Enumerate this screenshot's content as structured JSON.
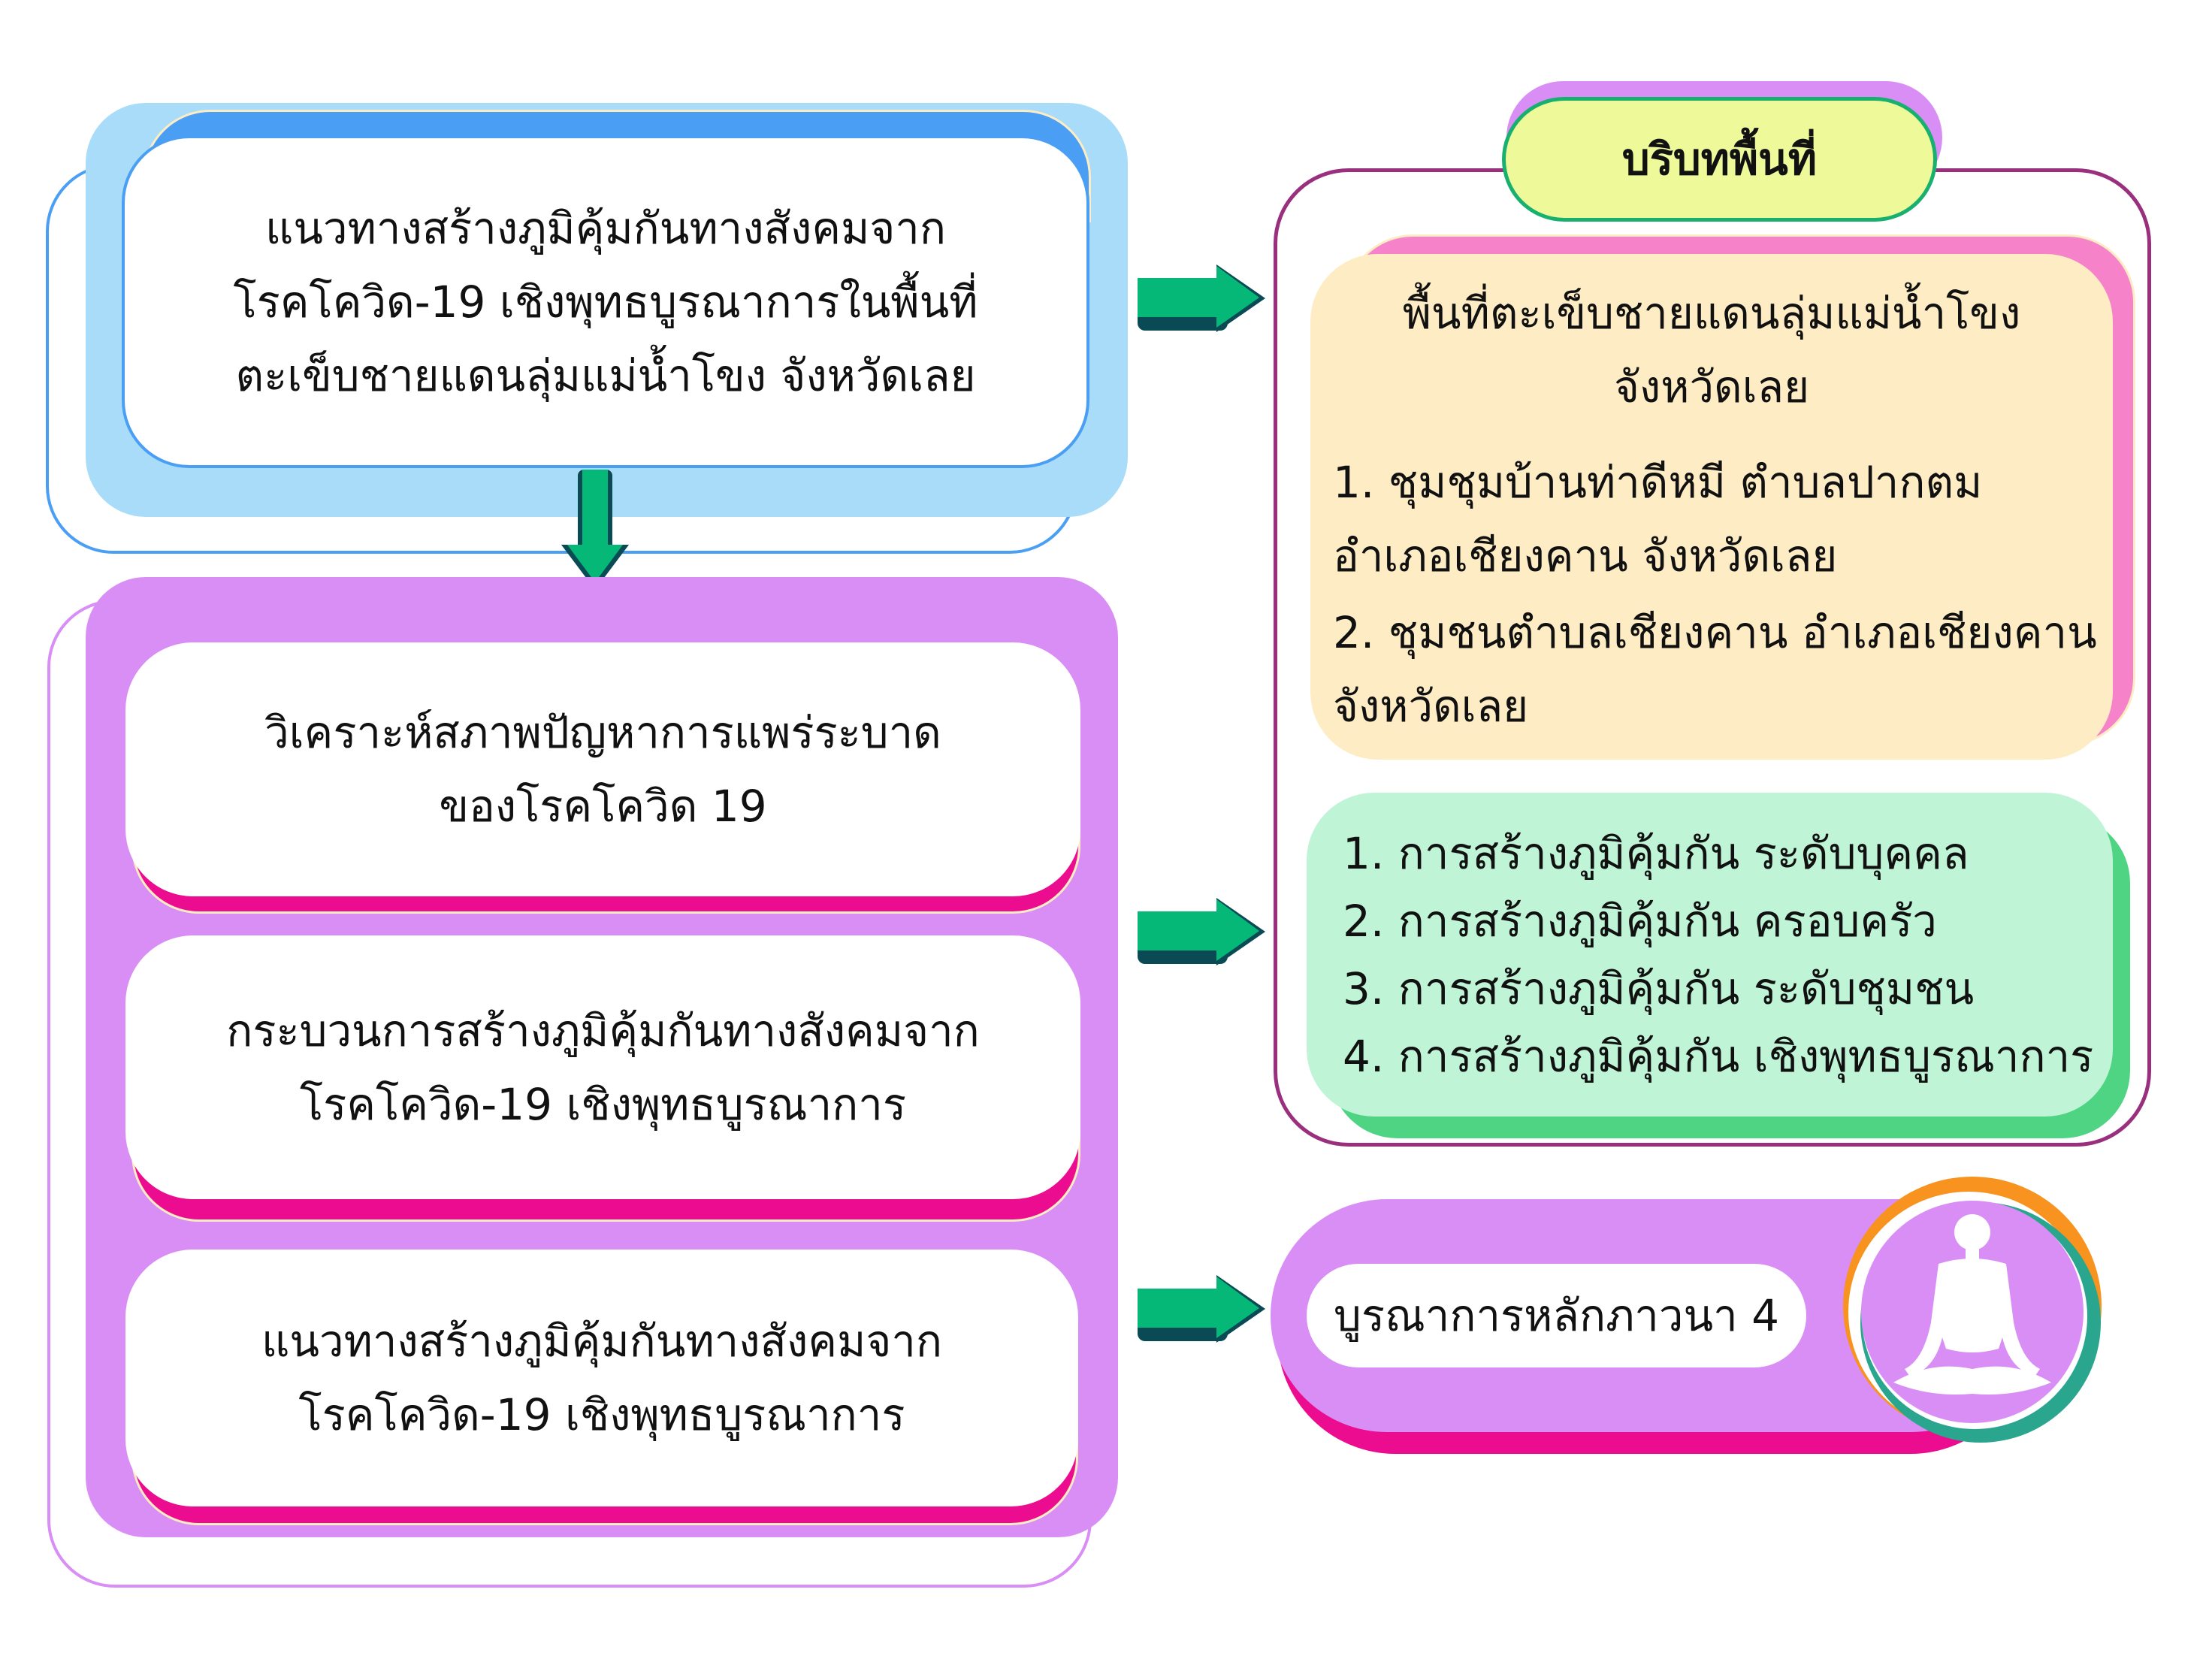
{
  "main_box": {
    "lines": [
      "แนวทางสร้างภูมิคุ้มกันทางสังคมจาก",
      "โรคโควิด-19 เชิงพุทธบูรณาการในพื้นที่",
      "ตะเข็บชายแดนลุ่มแม่น้ำโขง จังหวัดเลย"
    ]
  },
  "steps": [
    {
      "lines": [
        "วิเคราะห์สภาพปัญหาการแพร่ระบาด",
        "ของโรคโควิด 19"
      ]
    },
    {
      "lines": [
        "กระบวนการสร้างภูมิคุ้มกันทางสังคมจาก",
        "โรคโควิด-19 เชิงพุทธบูรณาการ"
      ]
    },
    {
      "lines": [
        "แนวทางสร้างภูมิคุ้มกันทางสังคมจาก",
        "โรคโควิด-19 เชิงพุทธบูรณาการ"
      ]
    }
  ],
  "context": {
    "title": "บริบทพื้นที่",
    "area_title": [
      "พื้นที่ตะเข็บชายแดนลุ่มแม่น้ำโขง",
      "จังหวัดเลย"
    ],
    "areas": [
      [
        "1. ชุมชุมบ้านท่าดีหมี ตำบลปากตม",
        "อำเภอเชียงคาน จังหวัดเลย"
      ],
      [
        "2. ชุมชนตำบลเชียงคาน อำเภอเชียงคาน",
        "จังหวัดเลย"
      ]
    ]
  },
  "immunity_levels": [
    "1. การสร้างภูมิคุ้มกัน ระดับบุคคล",
    "2. การสร้างภูมิคุ้มกัน ครอบครัว",
    "3. การสร้างภูมิคุ้มกัน ระดับชุมชน",
    "4. การสร้างภูมิคุ้มกัน เชิงพุทธบูรณาการ"
  ],
  "integration": {
    "label": "บูรณาการหลักภาวนา 4",
    "icon": "meditation-icon"
  },
  "colors": {
    "blue": "#4a9ff5",
    "light_blue": "#a8dcf9",
    "purple": "#d98ef6",
    "pink": "#ec0c8f",
    "green_arrow": "#05b877",
    "arrow_shadow": "#0a4a55",
    "beige": "#fdecc4",
    "mint": "#bff4d6",
    "yellow": "#eefa9a"
  }
}
